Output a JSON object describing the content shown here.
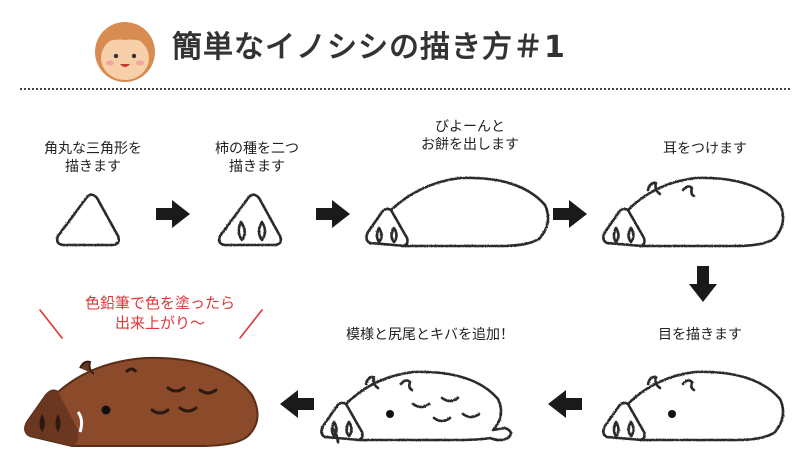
{
  "title": "簡単なイノシシの描き方＃1",
  "steps": [
    {
      "caption_line1": "角丸な三角形を",
      "caption_line2": "描きます"
    },
    {
      "caption_line1": "柿の種を二つ",
      "caption_line2": "描きます"
    },
    {
      "caption_line1": "びよーんと",
      "caption_line2": "お餅を出します"
    },
    {
      "caption_line1": "耳をつけます",
      "caption_line2": ""
    },
    {
      "caption_line1": "目を描きます",
      "caption_line2": ""
    },
    {
      "caption_line1": "模様と尻尾とキバを追加！",
      "caption_line2": ""
    }
  ],
  "final": {
    "caption_line1": "色鉛筆で色を塗ったら",
    "caption_line2": "出来上がり〜"
  },
  "colors": {
    "outline": "#2a2a2a",
    "boar_fill": "#8b4a2a",
    "accent_red": "#e0353a",
    "skin": "#f7cfa8",
    "hair": "#d98c52"
  }
}
